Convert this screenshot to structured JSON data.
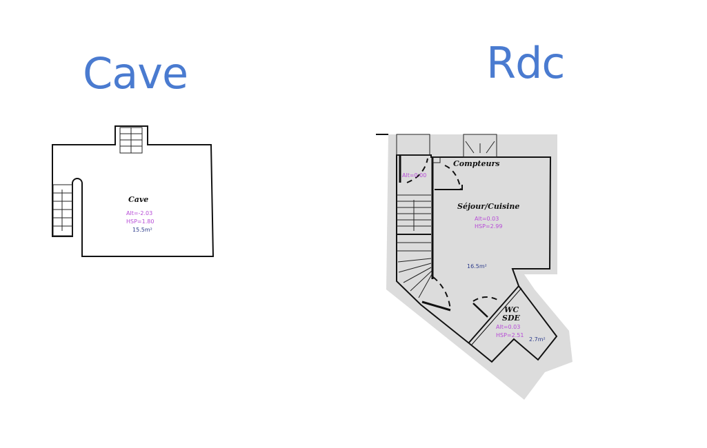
{
  "titles": {
    "cave": "Cave",
    "rdc": "Rdc"
  },
  "title_color": "#4a7bd0",
  "cave_plan": {
    "room": {
      "name": "Cave",
      "alt": "Alt=-2.03",
      "hsp": "HSP=1.80",
      "area": "15.5m²"
    }
  },
  "rdc_plan": {
    "entry": {
      "alt": "Alt=0.00"
    },
    "compteurs": "Compteurs",
    "sejour": {
      "name": "Séjour/Cuisine",
      "alt": "Alt=0.03",
      "hsp": "HSP=2.99",
      "area": "16.5m²"
    },
    "wc": {
      "name1": "WC",
      "name2": "SDE",
      "alt": "Alt=0.03",
      "hsp": "HSP=2.51",
      "area": "2.7m²"
    }
  }
}
